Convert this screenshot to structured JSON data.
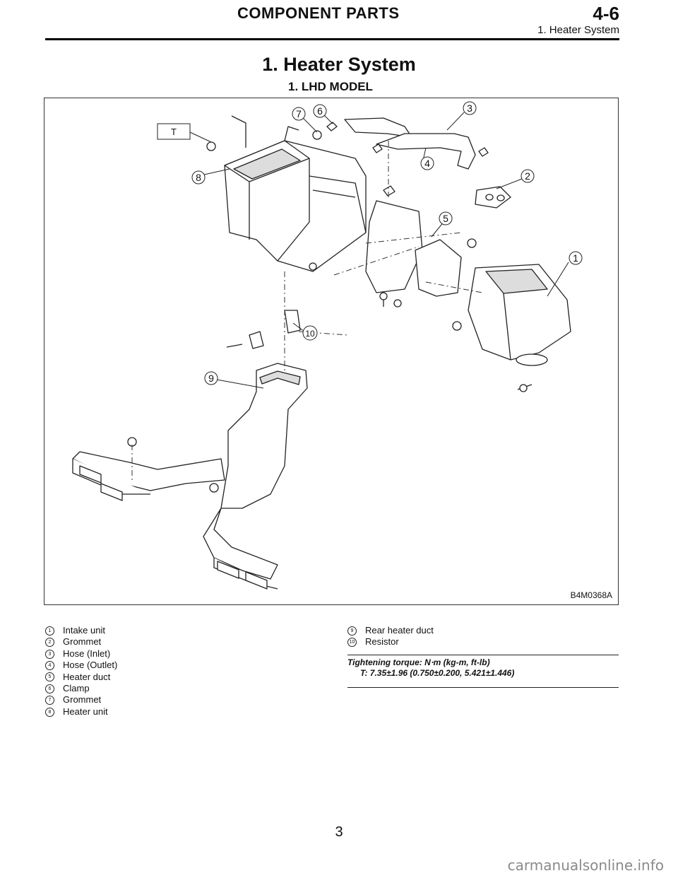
{
  "header": {
    "title": "COMPONENT PARTS",
    "section_number": "4-6",
    "subtitle": "1. Heater System"
  },
  "heading": "1. Heater System",
  "subheading": "1. LHD MODEL",
  "figure": {
    "id": "B4M0368A",
    "callouts": [
      "1",
      "2",
      "3",
      "4",
      "5",
      "6",
      "7",
      "8",
      "9",
      "10"
    ],
    "torque_tag": "T"
  },
  "legend": {
    "left": [
      {
        "num": "1",
        "label": "Intake unit"
      },
      {
        "num": "2",
        "label": "Grommet"
      },
      {
        "num": "3",
        "label": "Hose (Inlet)"
      },
      {
        "num": "4",
        "label": "Hose (Outlet)"
      },
      {
        "num": "5",
        "label": "Heater duct"
      },
      {
        "num": "6",
        "label": "Clamp"
      },
      {
        "num": "7",
        "label": "Grommet"
      },
      {
        "num": "8",
        "label": "Heater unit"
      }
    ],
    "right": [
      {
        "num": "9",
        "label": "Rear heater duct"
      },
      {
        "num": "10",
        "label": "Resistor"
      }
    ]
  },
  "torque": {
    "heading": "Tightening torque: N⋅m (kg-m, ft-lb)",
    "value": "T: 7.35±1.96 (0.750±0.200, 5.421±1.446)"
  },
  "page_number": "3",
  "watermark": "carmanualsonline.info"
}
